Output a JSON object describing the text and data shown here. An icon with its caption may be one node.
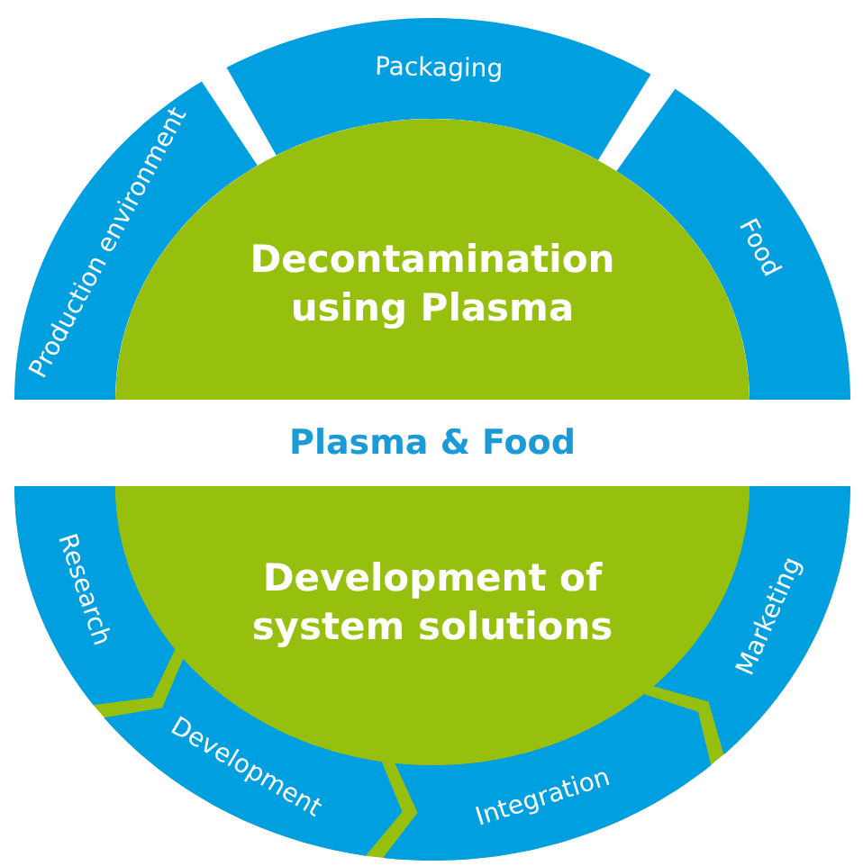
{
  "diagram": {
    "nodes": [
      {
        "text": [
          "Decontamination using Plasma"
        ]
      },
      {
        "text": [
          "Production environment"
        ]
      },
      {
        "text": [
          "Packaging"
        ]
      },
      {
        "text": [
          "Food"
        ]
      },
      {
        "text": [
          "Development of system solutions"
        ]
      },
      {
        "text": [
          "Research"
        ]
      },
      {
        "text": [
          "Development"
        ]
      },
      {
        "text": [
          "Integration"
        ]
      },
      {
        "text": [
          "Marketing"
        ]
      }
    ],
    "labels": [
      "Plasma & Food"
    ]
  }
}
